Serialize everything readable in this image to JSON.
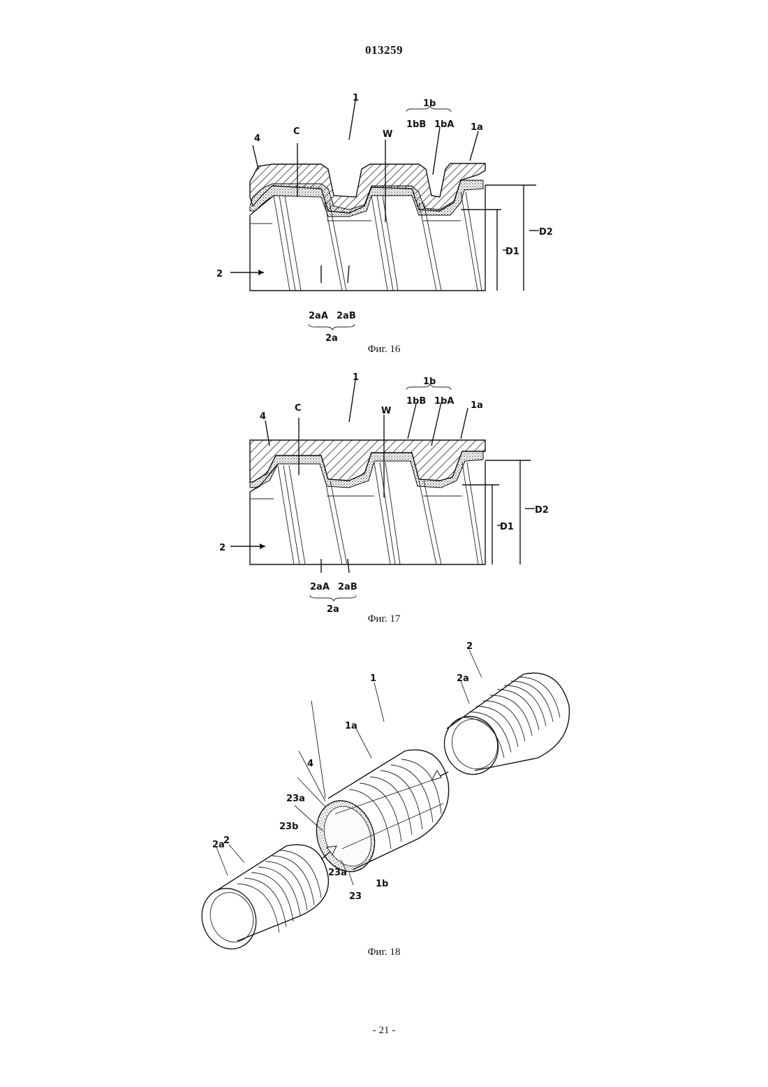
{
  "header": {
    "doc_number": "013259"
  },
  "figures": [
    {
      "caption": "Фиг. 16",
      "labels": {
        "l1": "1",
        "l1b": "1b",
        "l1bB": "1bB",
        "l1bA": "1bA",
        "l1a": "1a",
        "l4": "4",
        "lC": "C",
        "lW": "W",
        "lD1": "D1",
        "lD2": "D2",
        "l2": "2",
        "l2aA": "2aA",
        "l2aB": "2aB",
        "l2a": "2a"
      }
    },
    {
      "caption": "Фиг. 17",
      "labels": {
        "l1": "1",
        "l1b": "1b",
        "l1bB": "1bB",
        "l1bA": "1bA",
        "l1a": "1a",
        "l4": "4",
        "lC": "C",
        "lW": "W",
        "lD1": "D1",
        "lD2": "D2",
        "l2": "2",
        "l2aA": "2aA",
        "l2aB": "2aB",
        "l2a": "2a"
      }
    },
    {
      "caption": "Фиг. 18",
      "labels": {
        "l1": "1",
        "l1a": "1a",
        "l4": "4",
        "l23a_top": "23a",
        "l23b": "23b",
        "l23a_bot": "23a",
        "l23": "23",
        "l1b": "1b",
        "l2_left": "2",
        "l2a_left": "2a",
        "l2_right": "2",
        "l2a_right": "2a"
      }
    }
  ],
  "footer": {
    "page_number": "- 21 -"
  }
}
